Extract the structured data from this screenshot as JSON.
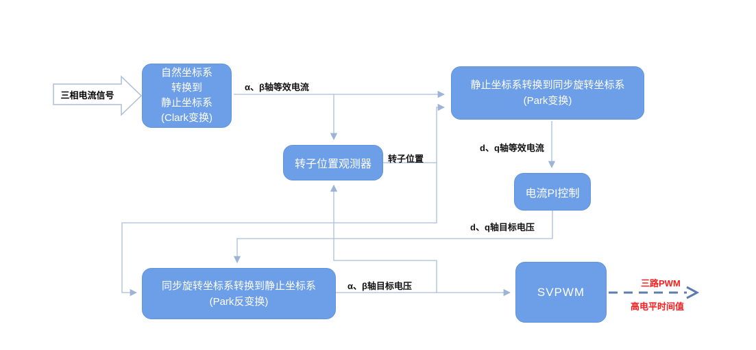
{
  "diagram": {
    "title_context": "FOC motor control flow diagram",
    "nodes": {
      "input": {
        "label": "三相电流信号"
      },
      "clark": {
        "lines": [
          "自然坐标系",
          "转换到",
          "静止坐标系",
          "(Clark变换)"
        ]
      },
      "park": {
        "lines": [
          "静止坐标系转换到同步旋转坐标系",
          "(Park变换)"
        ]
      },
      "observer": {
        "label": "转子位置观测器"
      },
      "pi": {
        "label": "电流PI控制"
      },
      "invpark": {
        "lines": [
          "同步旋转坐标系转换到静止坐标系",
          "(Park反变换)"
        ]
      },
      "svpwm": {
        "label": "SVPWM"
      }
    },
    "edge_labels": {
      "alpha_beta_current": "α、β轴等效电流",
      "rotor_position": "转子位置",
      "dq_current": "d、q轴等效电流",
      "dq_target_voltage": "d、q轴目标电压",
      "alpha_beta_target_voltage": "α、β轴目标电压",
      "pwm_out_top": "三路PWM",
      "pwm_out_bottom": "高电平时间值"
    },
    "colors": {
      "node_fill": "#6d9ee8",
      "node_border": "#6093de",
      "node_text": "#ffffff",
      "connector": "#a9bedd",
      "dashed_connector": "#5c7cae",
      "red_accent": "#fb1d1d",
      "label_text": "#111111",
      "input_shape_fill": "#ffffff",
      "input_shape_border": "#aabdd8"
    }
  }
}
